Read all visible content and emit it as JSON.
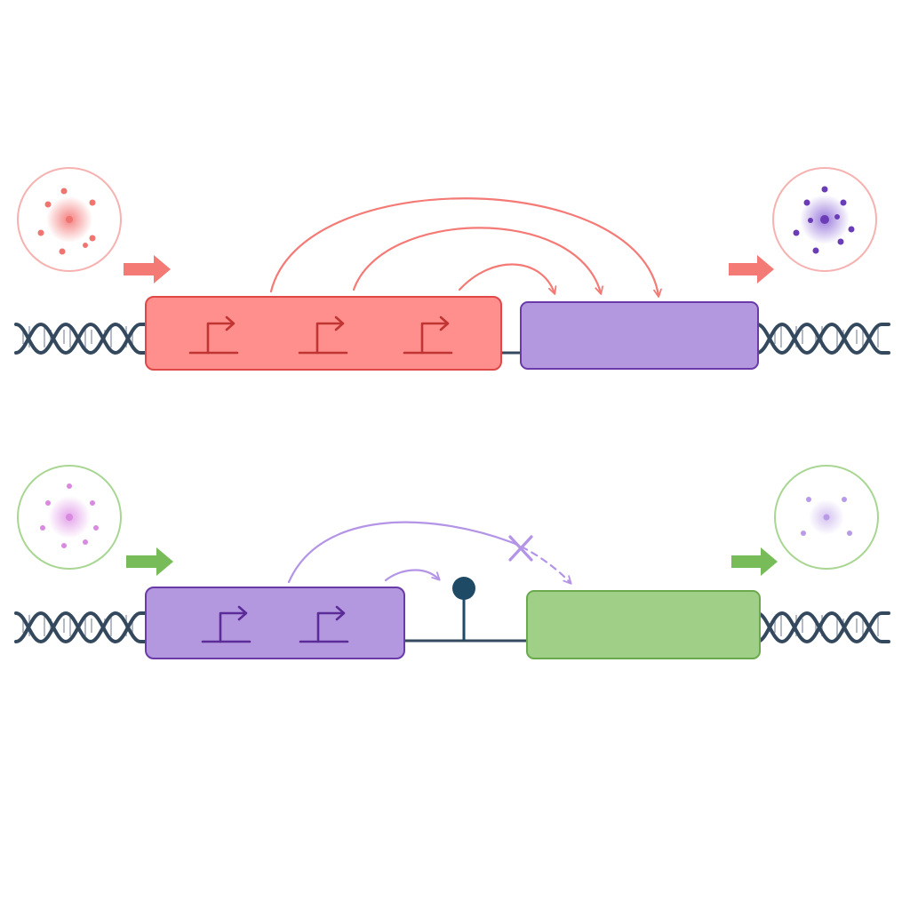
{
  "colors": {
    "background": "#ffffff",
    "dna": "#34495e",
    "dna_rungs": "#9aa4b1",
    "red_block": "#fe8f8c",
    "red_block_stroke": "#e04848",
    "red_promoter": "#c03434",
    "red_arrow": "#f47a76",
    "purple_block": "#b398e0",
    "purple_block_stroke": "#6a3aa8",
    "purple_promoter": "#5b2c98",
    "purple_arrow": "#b394e6",
    "green_block": "#a0cf88",
    "green_block_stroke": "#6aaa4c",
    "green_arrow": "#78bc5a",
    "terminator": "#1f4a66",
    "red_circle_stroke": "#f6b2b0",
    "green_circle_stroke": "#a9d693"
  },
  "panels": [
    {
      "id": "top",
      "input_particles": "red",
      "output_particles": "purple",
      "circle_outline": "red",
      "block1_color": "purple",
      "promoter_count": 3,
      "blocked_interaction": false,
      "terminator": false
    },
    {
      "id": "bottom",
      "input_particles": "pink",
      "output_particles": "lilac",
      "circle_outline": "green",
      "promoter_count": 2,
      "blocked_interaction": true,
      "terminator": true
    }
  ]
}
